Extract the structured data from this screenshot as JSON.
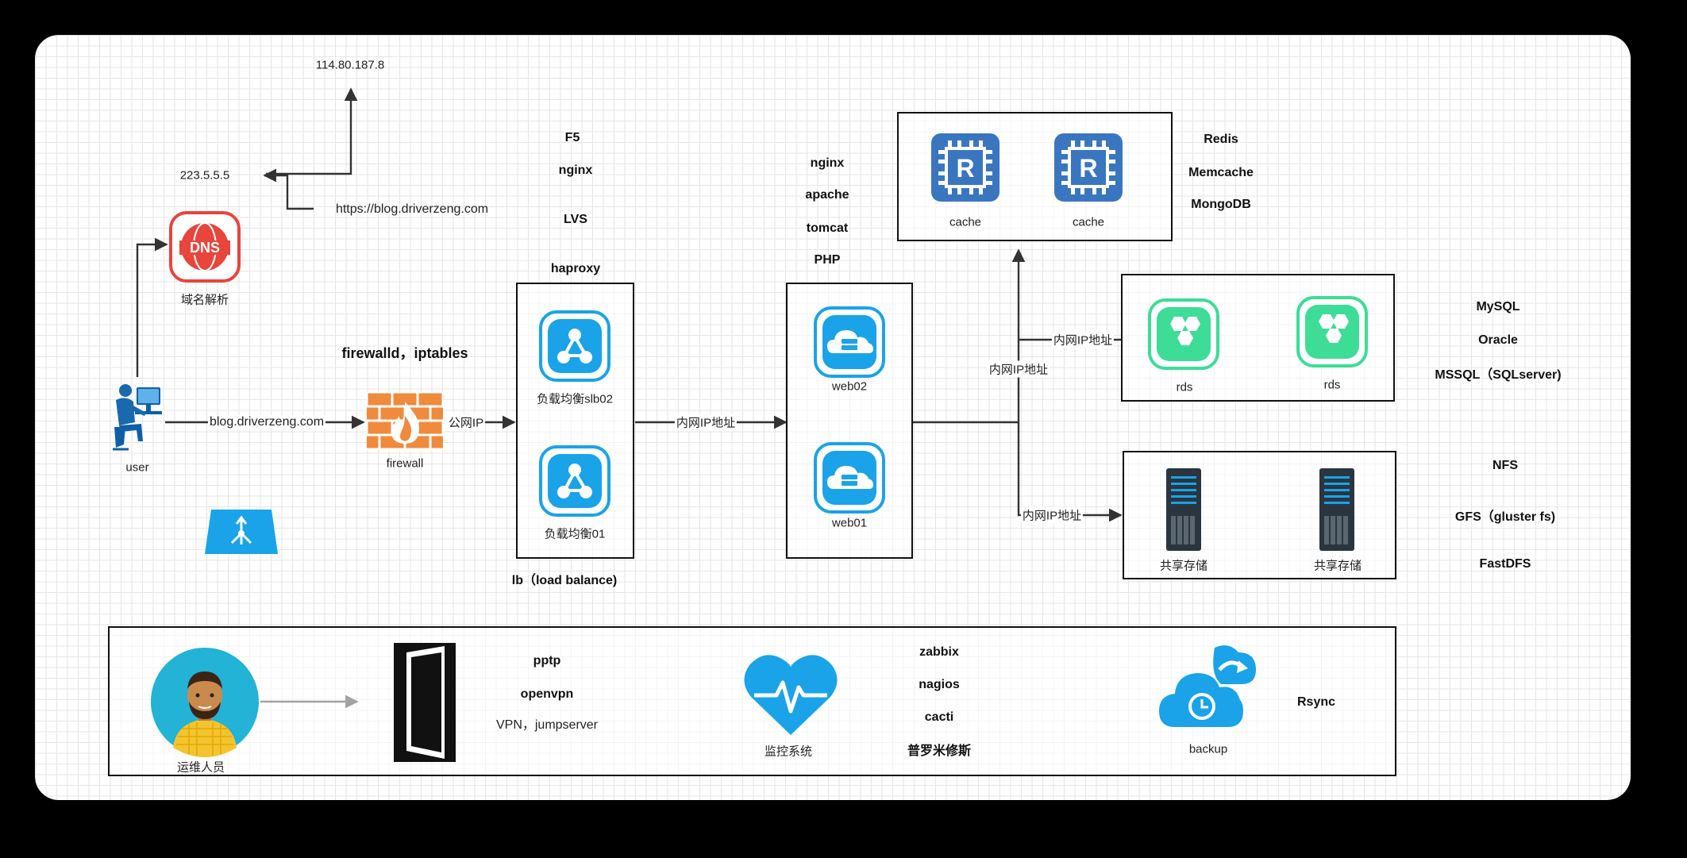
{
  "top": {
    "ip_public": "114.80.187.8",
    "dns_ip": "223.5.5.5",
    "blog_url": "https://blog.driverzeng.com",
    "dns_badge": "DNS",
    "dns_label": "域名解析"
  },
  "entry": {
    "user_label": "user",
    "domain_link": "blog.driverzeng.com",
    "firewall_tools": "firewalld，iptables",
    "firewall_label": "firewall",
    "public_ip_label": "公网IP"
  },
  "lb": {
    "tech": [
      "F5",
      "nginx",
      "LVS",
      "haproxy"
    ],
    "nodes": [
      "负载均衡slb02",
      "负载均衡01"
    ],
    "caption": "lb（load balance)",
    "link_label": "内网IP地址"
  },
  "web": {
    "tech": [
      "nginx",
      "apache",
      "tomcat",
      "PHP"
    ],
    "nodes": [
      "web02",
      "web01"
    ]
  },
  "cache": {
    "nodes": [
      "cache",
      "cache"
    ],
    "badge": "R",
    "tech": [
      "Redis",
      "Memcache",
      "MongoDB"
    ]
  },
  "db": {
    "link_label": "内网IP地址",
    "link_label_2": "内网IP地址",
    "nodes": [
      "rds",
      "rds"
    ],
    "tech": [
      "MySQL",
      "Oracle",
      "MSSQL（SQLserver)"
    ]
  },
  "storage": {
    "link_label": "内网IP地址",
    "nodes": [
      "共享存储",
      "共享存储"
    ],
    "tech": [
      "NFS",
      "GFS（gluster fs)",
      "FastDFS"
    ]
  },
  "ops": {
    "person_label": "运维人员",
    "vpn_tech": [
      "pptp",
      "openvpn",
      "VPN，jumpserver"
    ],
    "monitor_label": "监控系统",
    "monitor_tech": [
      "zabbix",
      "nagios",
      "cacti",
      "普罗米修斯"
    ],
    "backup_label": "backup",
    "backup_tech": "Rsync"
  },
  "colors": {
    "accent_blue": "#1aa3e8",
    "dns_red": "#e8453c",
    "firewall_orange": "#f08a3c",
    "redis_blue": "#3a76c0",
    "rds_green": "#3ddc97",
    "server_dark": "#2a3540"
  }
}
